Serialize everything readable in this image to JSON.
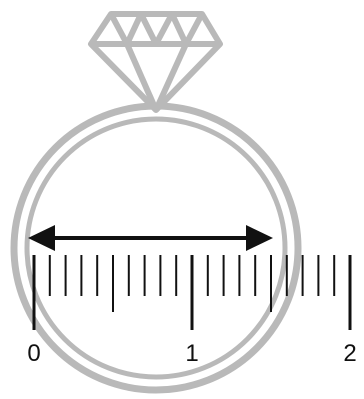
{
  "ruler": {
    "labels": [
      "0",
      "1",
      "2"
    ],
    "major_ticks": [
      0,
      1,
      2
    ],
    "half_ticks": [
      0.5,
      1.5
    ],
    "minor_step": 0.1,
    "range": [
      0,
      2.05
    ]
  },
  "measurement": {
    "from": 0,
    "to": 1.5,
    "arrow": "double-headed"
  },
  "colors": {
    "ring": "#b9b9b9",
    "ruler": "#111111",
    "arrow": "#111111",
    "background": "#ffffff"
  },
  "icons": {
    "gem": "diamond-icon",
    "band": "ring-band-icon",
    "arrow": "double-arrow-icon"
  }
}
